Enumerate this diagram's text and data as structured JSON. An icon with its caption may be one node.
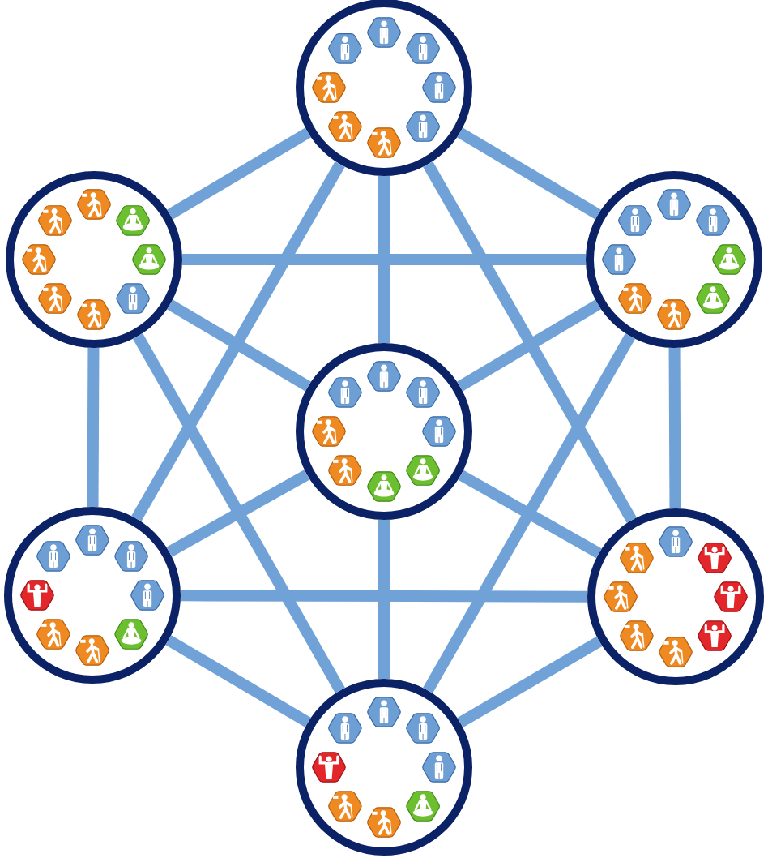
{
  "diagram": {
    "nodes": [
      {
        "text": [],
        "shape": "circle"
      },
      {
        "text": [],
        "shape": "circle"
      },
      {
        "text": [],
        "shape": "circle"
      },
      {
        "text": [],
        "shape": "circle"
      },
      {
        "text": [],
        "shape": "circle"
      },
      {
        "text": [],
        "shape": "circle"
      },
      {
        "text": [],
        "shape": "circle"
      }
    ],
    "edges": [
      {
        "from": 0,
        "to": 1,
        "arrow": "none"
      },
      {
        "from": 0,
        "to": 2,
        "arrow": "none"
      },
      {
        "from": 0,
        "to": 3,
        "arrow": "none"
      },
      {
        "from": 0,
        "to": 4,
        "arrow": "none"
      },
      {
        "from": 0,
        "to": 5,
        "arrow": "none"
      },
      {
        "from": 1,
        "to": 2,
        "arrow": "none"
      },
      {
        "from": 1,
        "to": 3,
        "arrow": "none"
      },
      {
        "from": 1,
        "to": 4,
        "arrow": "none"
      },
      {
        "from": 1,
        "to": 6,
        "arrow": "none"
      },
      {
        "from": 2,
        "to": 3,
        "arrow": "none"
      },
      {
        "from": 2,
        "to": 5,
        "arrow": "none"
      },
      {
        "from": 2,
        "to": 6,
        "arrow": "none"
      },
      {
        "from": 3,
        "to": 4,
        "arrow": "none"
      },
      {
        "from": 3,
        "to": 5,
        "arrow": "none"
      },
      {
        "from": 3,
        "to": 6,
        "arrow": "none"
      },
      {
        "from": 4,
        "to": 5,
        "arrow": "none"
      },
      {
        "from": 4,
        "to": 6,
        "arrow": "none"
      },
      {
        "from": 5,
        "to": 6,
        "arrow": "none"
      }
    ]
  }
}
